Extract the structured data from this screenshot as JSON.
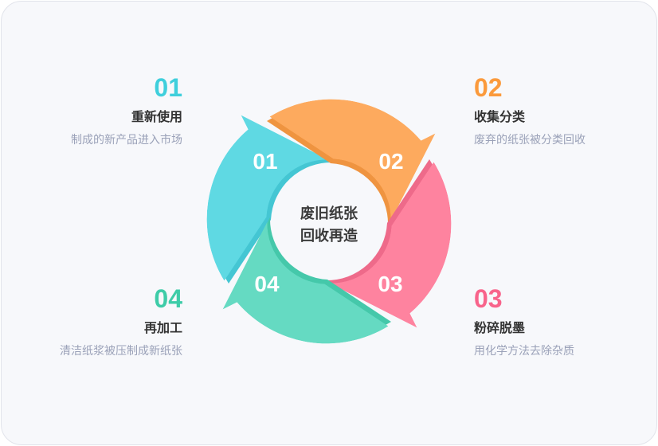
{
  "center": {
    "line1": "废旧纸张",
    "line2": "回收再造"
  },
  "steps": [
    {
      "number": "01",
      "title": "重新使用",
      "desc": "制成的新产品进入市场",
      "color": "#5fd9e3",
      "dark": "#44c6d3",
      "text_color": "#3fcfdc"
    },
    {
      "number": "02",
      "title": "收集分类",
      "desc": "废弃的纸张被分类回收",
      "color": "#fdaa5e",
      "dark": "#ef9440",
      "text_color": "#fb9a3c"
    },
    {
      "number": "03",
      "title": "粉碎脱墨",
      "desc": "用化学方法去除杂质",
      "color": "#fe839f",
      "dark": "#ee6a8a",
      "text_color": "#f8648b"
    },
    {
      "number": "04",
      "title": "再加工",
      "desc": "清洁纸浆被压制成新纸张",
      "color": "#65dac2",
      "dark": "#45c8aa",
      "text_color": "#3ecca8"
    }
  ]
}
